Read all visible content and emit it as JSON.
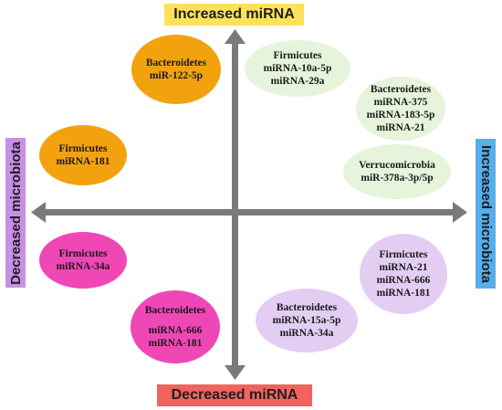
{
  "axes": {
    "top": "Increased miRNA",
    "bottom": "Decreased miRNA",
    "left": "Decreased microbiota",
    "right": "Increased microbiota"
  },
  "colors": {
    "arrow": "#7a7a7a",
    "orange": "#f2a20f",
    "pink": "#f047b6",
    "lavender": "#e3cdf3",
    "green": "#e5f4da",
    "top_label_bg": "#fde15a",
    "bottom_label_bg": "#f0635f",
    "left_label_bg": "#c98ee6",
    "right_label_bg": "#57aee9"
  },
  "groups": {
    "bact_122": {
      "phylum": "Bacteroidetes",
      "mirnas": [
        "miR-122-5p"
      ],
      "color": "orange"
    },
    "firm_181_dec": {
      "phylum": "Firmicutes",
      "mirnas": [
        "miRNA-181"
      ],
      "color": "orange"
    },
    "firm_10a": {
      "phylum": "Firmicutes",
      "mirnas": [
        "miRNA-10a-5p",
        "miRNA-29a"
      ],
      "color": "green"
    },
    "bact_375": {
      "phylum": "Bacteroidetes",
      "mirnas": [
        "miRNA-375",
        "miRNA-183-5p",
        "miRNA-21"
      ],
      "color": "green"
    },
    "verruco": {
      "phylum": "Verrucomicrobia",
      "mirnas": [
        "miR-378a-3p/5p"
      ],
      "color": "green"
    },
    "firm_34a": {
      "phylum": "Firmicutes",
      "mirnas": [
        "miRNA-34a"
      ],
      "color": "pink"
    },
    "bact_666": {
      "phylum": "Bacteroidetes",
      "mirnas": [
        "miRNA-666",
        "miRNA-181"
      ],
      "color": "pink"
    },
    "firm_21": {
      "phylum": "Firmicutes",
      "mirnas": [
        "miRNA-21",
        "miRNA-666",
        "miRNA-181"
      ],
      "color": "lavender"
    },
    "bact_15a": {
      "phylum": "Bacteroidetes",
      "mirnas": [
        "miRNA-15a-5p",
        "miRNA-34a"
      ],
      "color": "lavender"
    }
  }
}
